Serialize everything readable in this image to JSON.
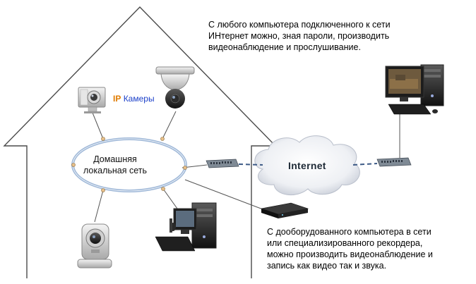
{
  "captions": {
    "remote": [
      "С любого компьютера подключенного к сети",
      "ИНтернет можно, зная пароли, производить",
      "видеонаблюдение и прослушивание."
    ],
    "local": [
      "С дооборудованного компьютера в сети",
      "или специализированного рекордера,",
      "можно производить видеонаблюдение и",
      "запись как видео так и звука."
    ]
  },
  "labels": {
    "lan": [
      "Домашняя",
      "локальная сеть"
    ],
    "internet": "Internet",
    "ip_cameras_prefix": "IP",
    "ip_cameras_word": "Камеры"
  },
  "colors": {
    "house_outline": "#4a4a4a",
    "lan_ring": "#9fb8d8",
    "connector": "#555555",
    "internet_link": "#3d5a86",
    "ip_text": "#e07b00",
    "camera_text": "#1a3fc9"
  },
  "icons": {
    "camera_box": "box-ip-camera-icon",
    "camera_dome": "dome-ptz-camera-icon",
    "camera_ptz": "ptz-camera-icon",
    "desktop_home": "desktop-computer-icon",
    "desktop_remote": "remote-desktop-computer-icon",
    "switch": "network-switch-icon",
    "recorder": "video-recorder-icon",
    "cloud": "internet-cloud-icon"
  }
}
